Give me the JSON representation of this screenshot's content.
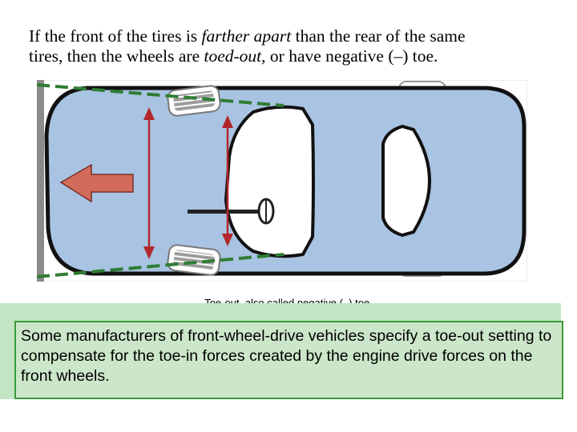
{
  "heading": {
    "line1_a": "If the front of the tires is ",
    "line1_em": "farther apart",
    "line1_b": " than the rear of the same",
    "line2_a": "tires, then the wheels are ",
    "line2_em": "toed-out,",
    "line2_b": " or have negative (–) toe."
  },
  "figure": {
    "caption": "Toe-out, also called negative (–) toe.",
    "icons": [
      "arrow-left-icon",
      "steering-wheel-icon",
      "tire-icon",
      "windshield-icon"
    ],
    "colors": {
      "car_body": "#a9c3e2",
      "car_outline": "#111111",
      "toe_line": "#2f7d34",
      "measure_arrow": "#b3262b",
      "direction_arrow": "#d26b5a",
      "tire": "#9a9a9a"
    }
  },
  "callout": {
    "text": "Some manufacturers of front-wheel-drive vehicles specify a toe-out setting to compensate for the toe-in forces created by the engine drive forces on the front wheels."
  }
}
